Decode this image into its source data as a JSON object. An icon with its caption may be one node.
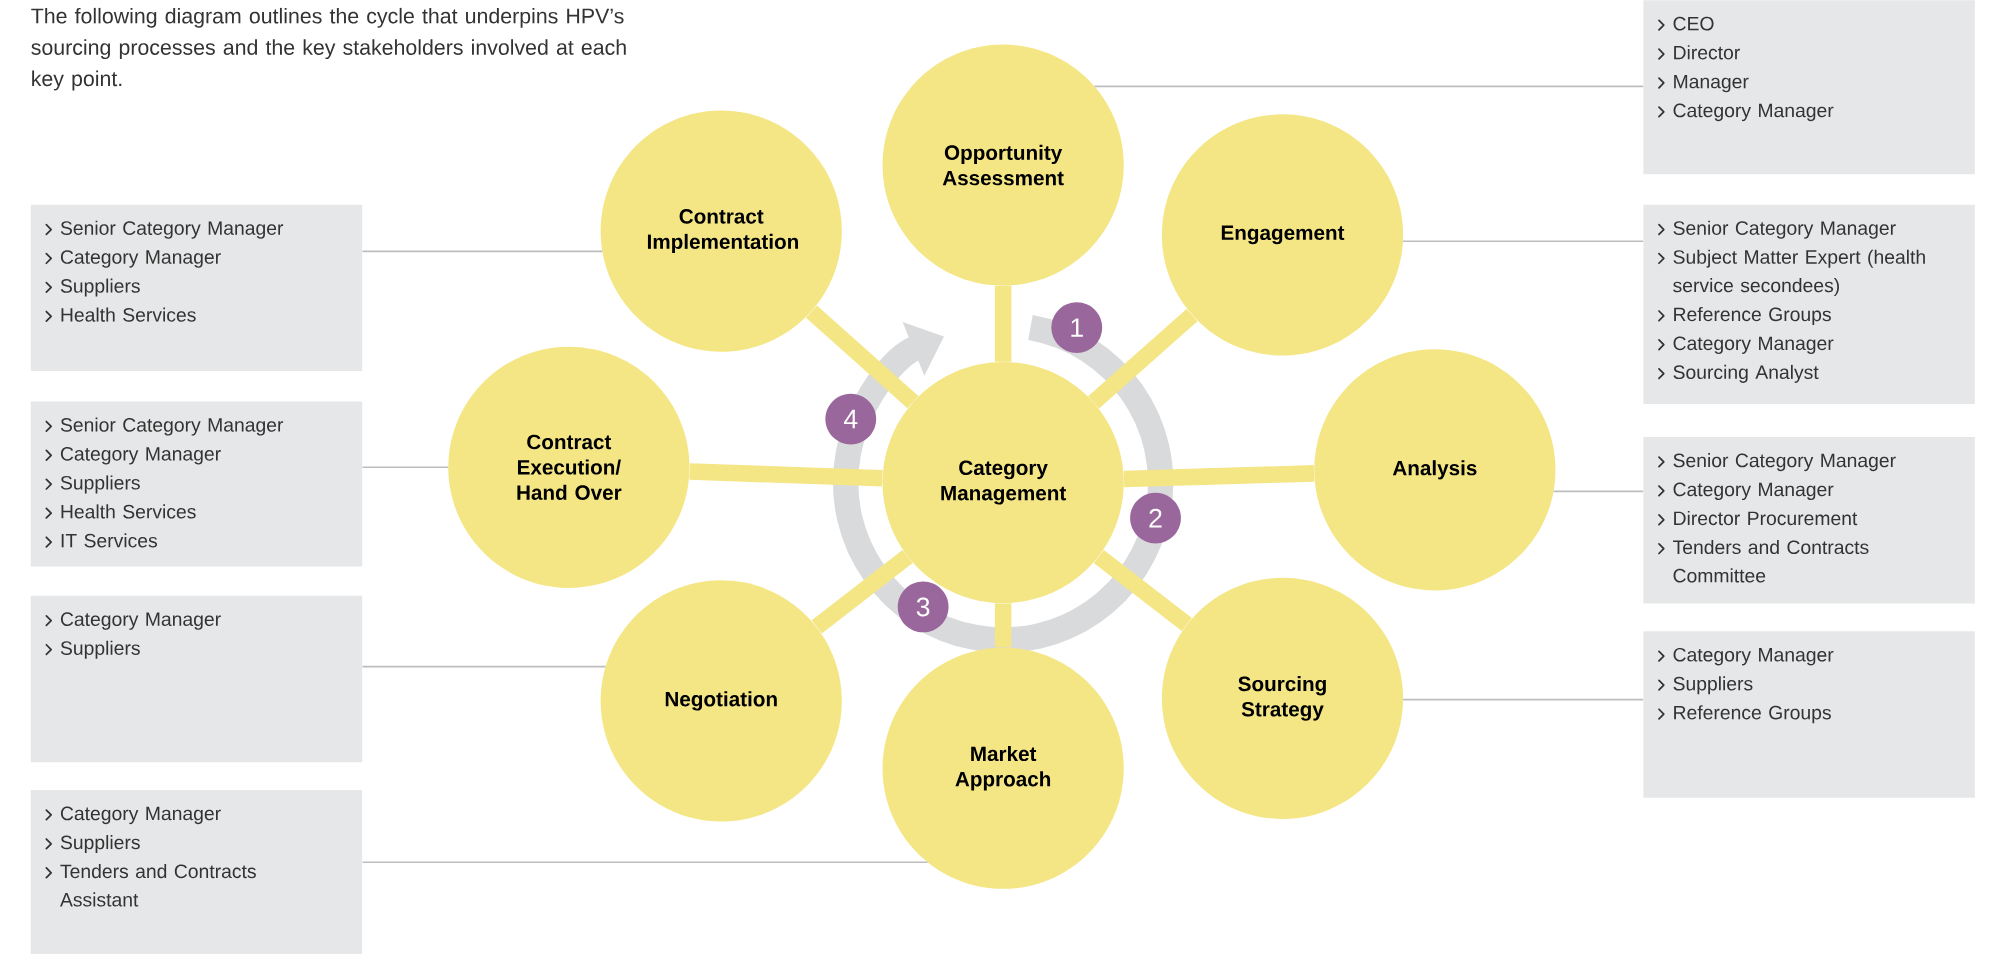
{
  "diagram": {
    "caption": "The following diagram outlines the cycle that underpins HPV’s sourcing processes and the key stakeholders involved at each key point.",
    "nodes": [
      {
        "text": [
          "Opportunity Assessment"
        ]
      },
      {
        "text": [
          "Contract Implementation"
        ]
      },
      {
        "text": [
          "Engagement"
        ]
      },
      {
        "text": [
          "Contract Execution/ Hand Over"
        ]
      },
      {
        "text": [
          "Category Management"
        ]
      },
      {
        "text": [
          "Analysis"
        ]
      },
      {
        "text": [
          "Negotiation"
        ]
      },
      {
        "text": [
          "Sourcing Strategy"
        ]
      },
      {
        "text": [
          "Market Approach"
        ]
      },
      {
        "text": [
          "1"
        ]
      },
      {
        "text": [
          "4"
        ]
      },
      {
        "text": [
          "2"
        ]
      },
      {
        "text": [
          "3"
        ]
      },
      {
        "text": [
          "CEO",
          "Director",
          "Manager",
          "Category Manager"
        ]
      },
      {
        "text": [
          "Senior Category Manager",
          "Category Manager",
          "Suppliers",
          "Health Services"
        ]
      },
      {
        "text": [
          "Senior Category Manager",
          "Subject Matter Expert (health service secondees)",
          "Reference Groups",
          "Category Manager",
          "Sourcing Analyst"
        ]
      },
      {
        "text": [
          "Senior Category Manager",
          "Category Manager",
          "Suppliers",
          "Health Services",
          "IT Services"
        ]
      },
      {
        "text": [
          "Senior Category Manager",
          "Category Manager",
          "Director Procurement",
          "Tenders and Contracts Committee"
        ]
      },
      {
        "text": [
          "Category Manager",
          "Suppliers"
        ]
      },
      {
        "text": [
          "Category Manager",
          "Suppliers",
          "Reference Groups"
        ]
      },
      {
        "text": [
          "Category Manager",
          "Suppliers",
          "Tenders and Contracts Assistant"
        ]
      }
    ],
    "edges": [
      {
        "from": 4,
        "to": 0,
        "arrow": "none",
        "style": "thick",
        "color": "#f4e685"
      },
      {
        "from": 4,
        "to": 2,
        "arrow": "none",
        "style": "thick",
        "color": "#f4e685"
      },
      {
        "from": 4,
        "to": 5,
        "arrow": "none",
        "style": "thick",
        "color": "#f4e685"
      },
      {
        "from": 4,
        "to": 7,
        "arrow": "none",
        "style": "thick",
        "color": "#f4e685"
      },
      {
        "from": 4,
        "to": 8,
        "arrow": "none",
        "style": "thick",
        "color": "#f4e685"
      },
      {
        "from": 4,
        "to": 6,
        "arrow": "none",
        "style": "thick",
        "color": "#f4e685"
      },
      {
        "from": 4,
        "to": 3,
        "arrow": "none",
        "style": "thick",
        "color": "#f4e685"
      },
      {
        "from": 4,
        "to": 1,
        "arrow": "none",
        "style": "thick",
        "color": "#f4e685"
      },
      {
        "from": 13,
        "to": 0,
        "arrow": "none",
        "color": "#bdbdbd"
      },
      {
        "from": 14,
        "to": 1,
        "arrow": "none",
        "color": "#bdbdbd"
      },
      {
        "from": 15,
        "to": 2,
        "arrow": "none",
        "color": "#bdbdbd"
      },
      {
        "from": 16,
        "to": 3,
        "arrow": "none",
        "color": "#bdbdbd"
      },
      {
        "from": 17,
        "to": 5,
        "arrow": "none",
        "color": "#bdbdbd"
      },
      {
        "from": 18,
        "to": 6,
        "arrow": "none",
        "color": "#bdbdbd"
      },
      {
        "from": 19,
        "to": 7,
        "arrow": "none",
        "color": "#bdbdbd"
      },
      {
        "from": 20,
        "to": 8,
        "arrow": "none",
        "color": "#bdbdbd"
      }
    ]
  }
}
